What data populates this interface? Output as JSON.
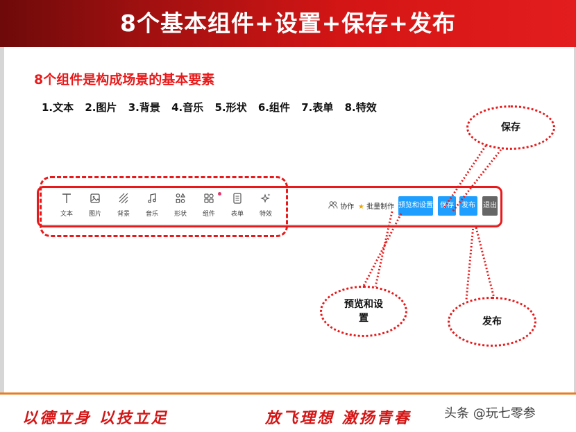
{
  "banner": {
    "title": "8个基本组件+设置+保存+发布"
  },
  "subtitle": "8个组件是构成场景的基本要素",
  "component_list": [
    "1.文本",
    "2.图片",
    "3.背景",
    "4.音乐",
    "5.形状",
    "6.组件",
    "7.表单",
    "8.特效"
  ],
  "toolbar": {
    "tools": [
      {
        "label": "文本",
        "icon": "text-icon"
      },
      {
        "label": "图片",
        "icon": "image-icon"
      },
      {
        "label": "背景",
        "icon": "background-icon"
      },
      {
        "label": "音乐",
        "icon": "music-icon"
      },
      {
        "label": "形状",
        "icon": "shape-icon"
      },
      {
        "label": "组件",
        "icon": "component-icon"
      },
      {
        "label": "表单",
        "icon": "form-icon"
      },
      {
        "label": "特效",
        "icon": "effect-icon"
      }
    ],
    "collab_label": "协作",
    "batch_label": "批量制作",
    "preview_button": "预览和设置",
    "save_button": "保存",
    "publish_button": "发布",
    "exit_button": "退出"
  },
  "callouts": {
    "save": "保存",
    "preview": "预览和设置",
    "publish": "发布"
  },
  "footer": {
    "left": "以德立身 以技立足",
    "right": "放飞理想 激扬青春",
    "watermark": "头条 @玩七零参"
  },
  "colors": {
    "accent_red": "#e8191a",
    "button_blue": "#1e9fff",
    "exit_gray": "#666666"
  }
}
